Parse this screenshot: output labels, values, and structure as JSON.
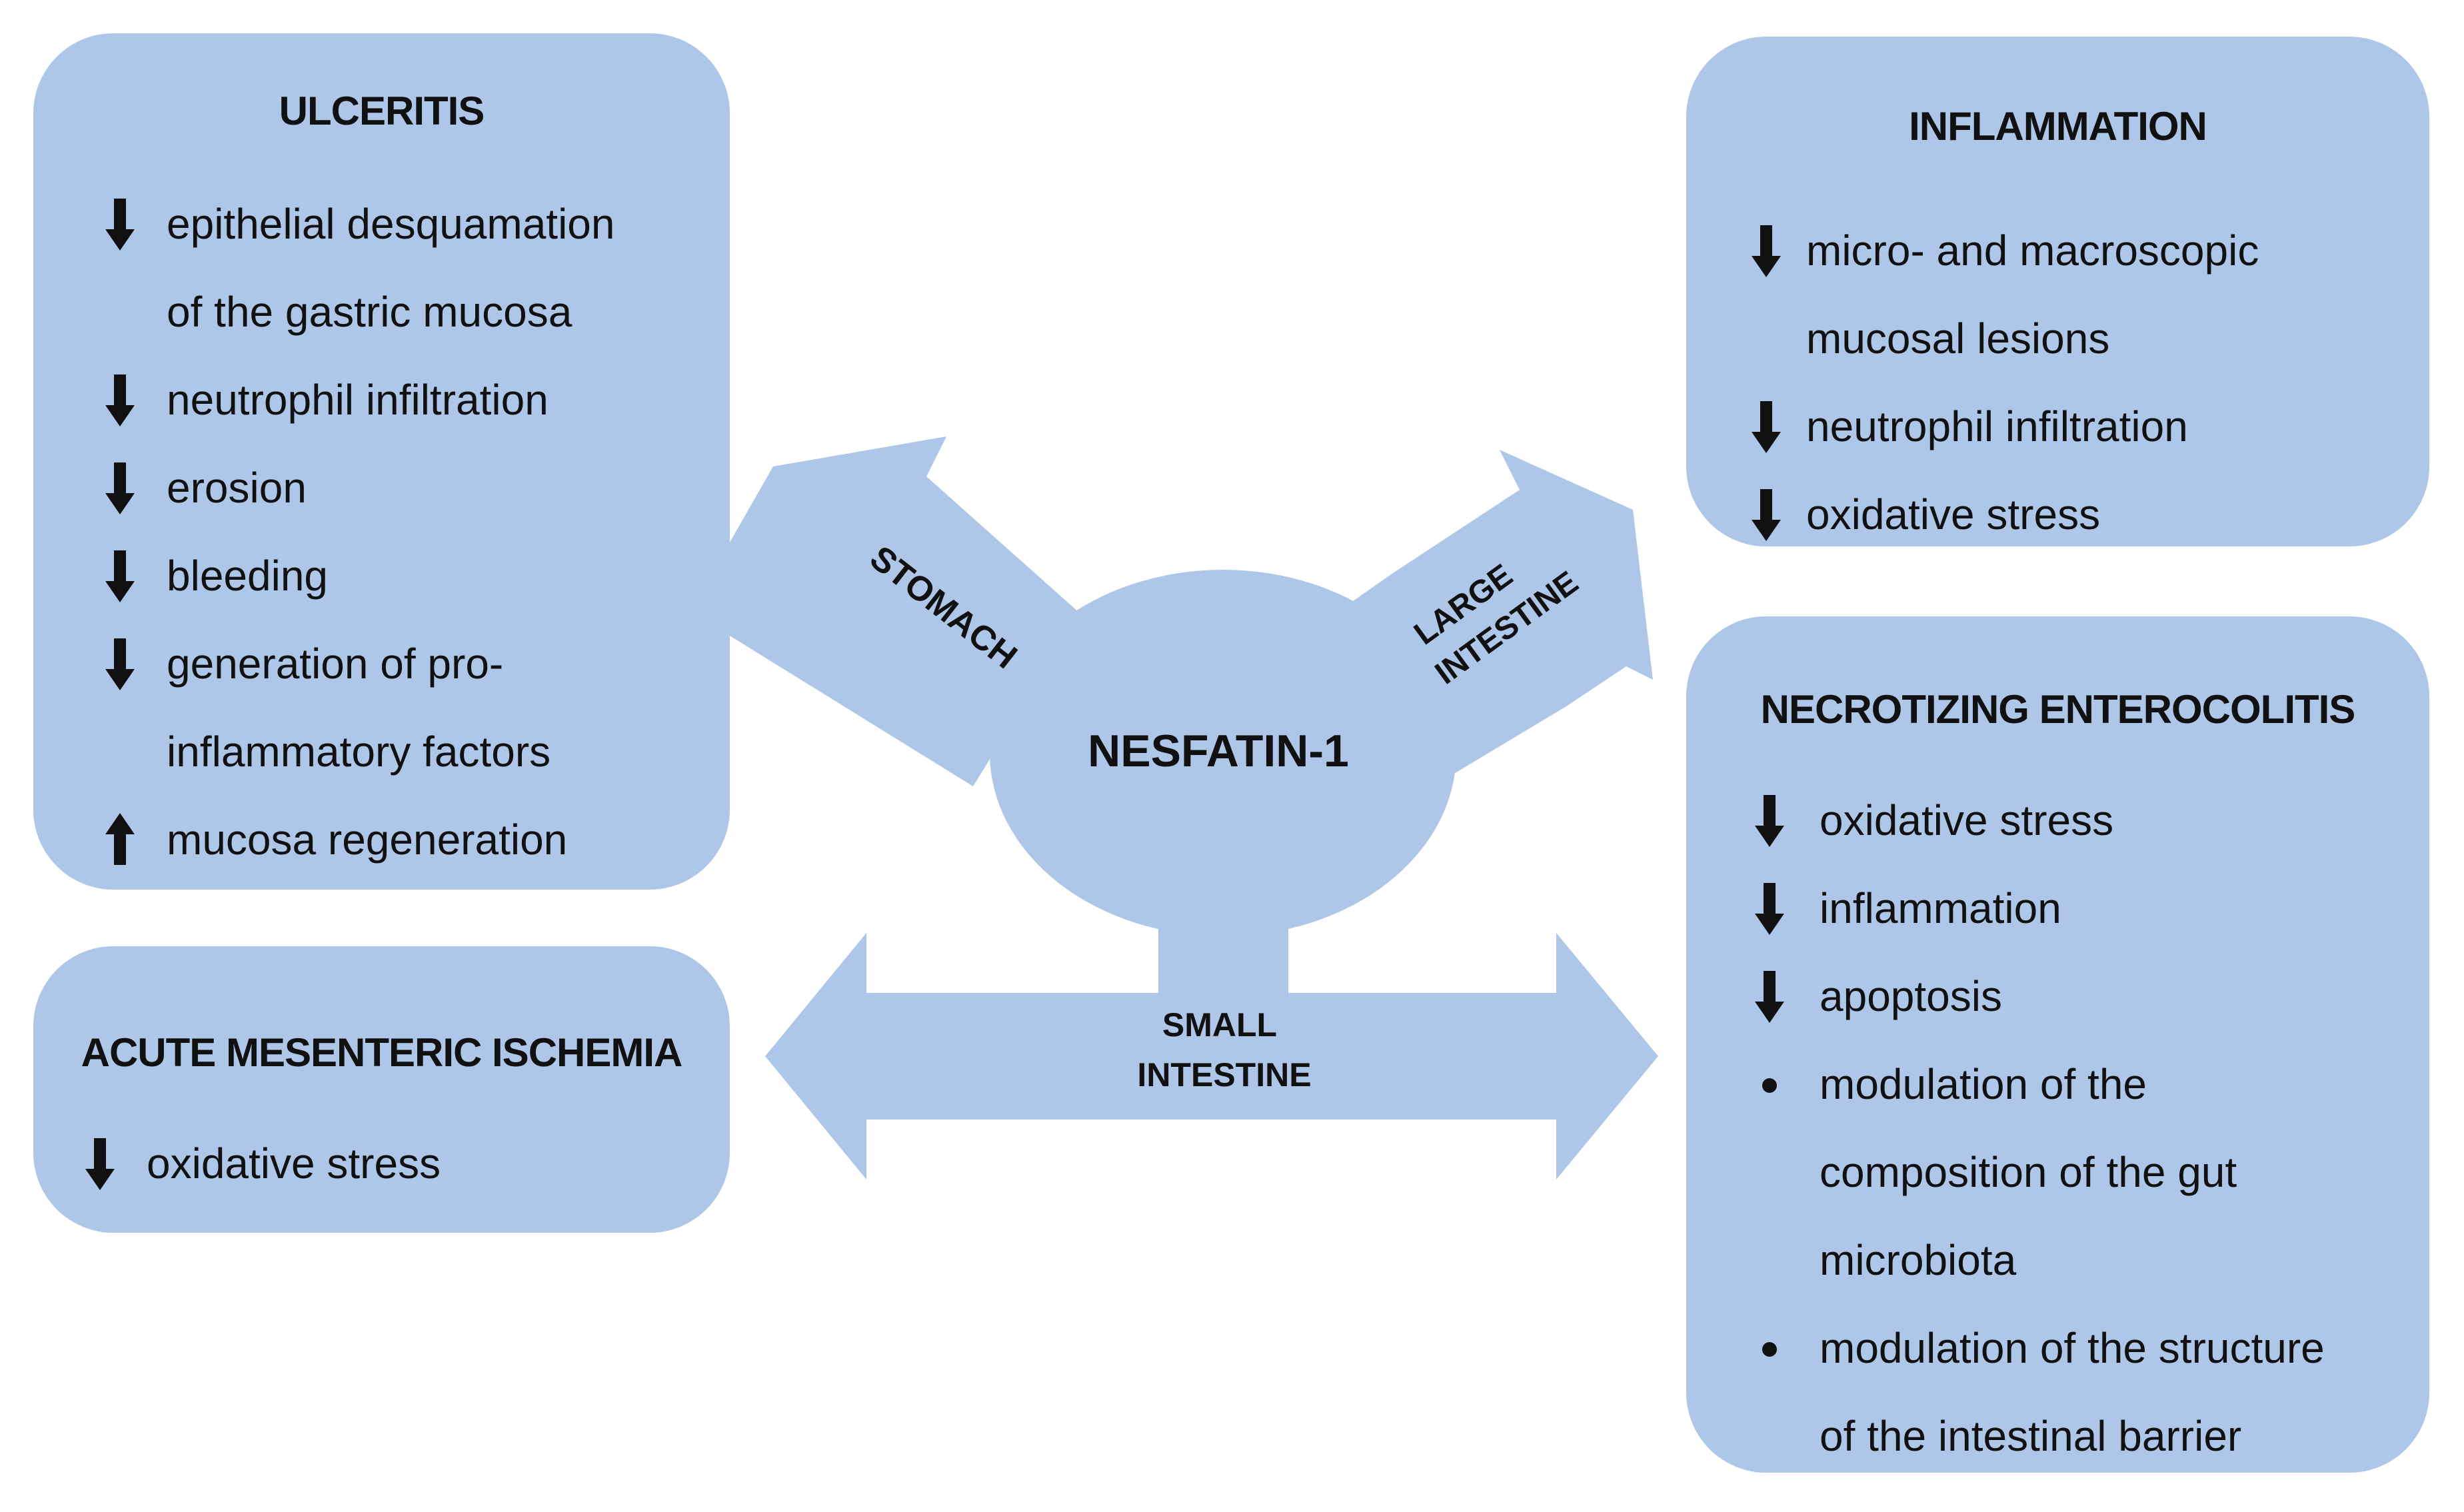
{
  "colors": {
    "fill": "#aec7e8",
    "text": "#111111",
    "background": "#ffffff"
  },
  "center": {
    "label": "NESFATIN-1"
  },
  "arrows": {
    "stomach": "STOMACH",
    "large_intestine_line1": "LARGE",
    "large_intestine_line2": "INTESTINE",
    "small_intestine_line1": "SMALL",
    "small_intestine_line2": "INTESTINE"
  },
  "ulceritis": {
    "title": "ULCERITIS",
    "items": [
      {
        "marker": "down-arrow-icon",
        "lines": [
          "epithelial  desquamation",
          "of the gastric mucosa"
        ]
      },
      {
        "marker": "down-arrow-icon",
        "lines": [
          "neutrophil infiltration"
        ]
      },
      {
        "marker": "down-arrow-icon",
        "lines": [
          "erosion"
        ]
      },
      {
        "marker": "down-arrow-icon",
        "lines": [
          "bleeding"
        ]
      },
      {
        "marker": "down-arrow-icon",
        "lines": [
          "generation of pro-",
          "inflammatory factors"
        ]
      },
      {
        "marker": "up-arrow-icon",
        "lines": [
          "mucosa regeneration"
        ]
      }
    ]
  },
  "ischemia": {
    "title": "ACUTE MESENTERIC ISCHEMIA",
    "items": [
      {
        "marker": "down-arrow-icon",
        "lines": [
          "oxidative stress"
        ]
      }
    ]
  },
  "inflammation": {
    "title": "INFLAMMATION",
    "items": [
      {
        "marker": "down-arrow-icon",
        "lines": [
          "micro- and macroscopic",
          "mucosal lesions"
        ]
      },
      {
        "marker": "down-arrow-icon",
        "lines": [
          "neutrophil infiltration"
        ]
      },
      {
        "marker": "down-arrow-icon",
        "lines": [
          "oxidative stress"
        ]
      }
    ]
  },
  "nec": {
    "title": "NECROTIZING ENTEROCOLITIS",
    "items": [
      {
        "marker": "down-arrow-icon",
        "lines": [
          "oxidative stress"
        ]
      },
      {
        "marker": "down-arrow-icon",
        "lines": [
          "inflammation"
        ]
      },
      {
        "marker": "down-arrow-icon",
        "lines": [
          "apoptosis"
        ]
      },
      {
        "marker": "bullet-icon",
        "lines": [
          "modulation of the",
          "composition of the gut",
          "microbiota"
        ]
      },
      {
        "marker": "bullet-icon",
        "lines": [
          "modulation of the structure",
          "of the intestinal barrier"
        ]
      }
    ]
  }
}
